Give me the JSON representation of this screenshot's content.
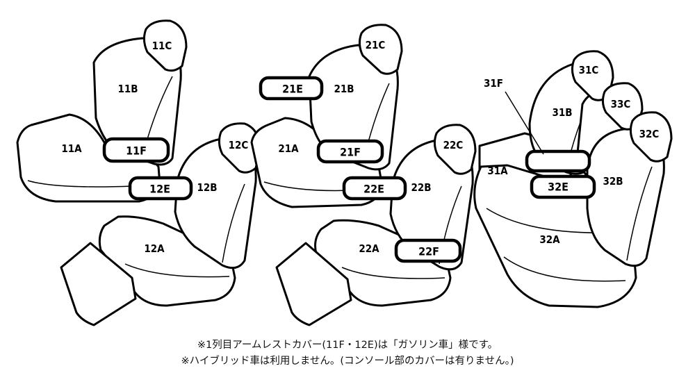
{
  "labels": {
    "l11A": "11A",
    "l11B": "11B",
    "l11C": "11C",
    "l11F": "11F",
    "l12A": "12A",
    "l12B": "12B",
    "l12C": "12C",
    "l12E": "12E",
    "l21A": "21A",
    "l21B": "21B",
    "l21C": "21C",
    "l21E": "21E",
    "l21F": "21F",
    "l22A": "22A",
    "l22B": "22B",
    "l22C": "22C",
    "l22E": "22E",
    "l22F": "22F",
    "l31A": "31A",
    "l31B": "31B",
    "l31C": "31C",
    "l31F": "31F",
    "l32A": "32A",
    "l32B": "32B",
    "l32C": "32C",
    "l32E": "32E",
    "l33C": "33C"
  },
  "notes": {
    "line1": "※1列目アームレストカバー(11F・12E)は「ガソリン車」様です。",
    "line2": "※ハイブリッド車は利用しません。(コンソール部のカバーは有りません。)"
  }
}
